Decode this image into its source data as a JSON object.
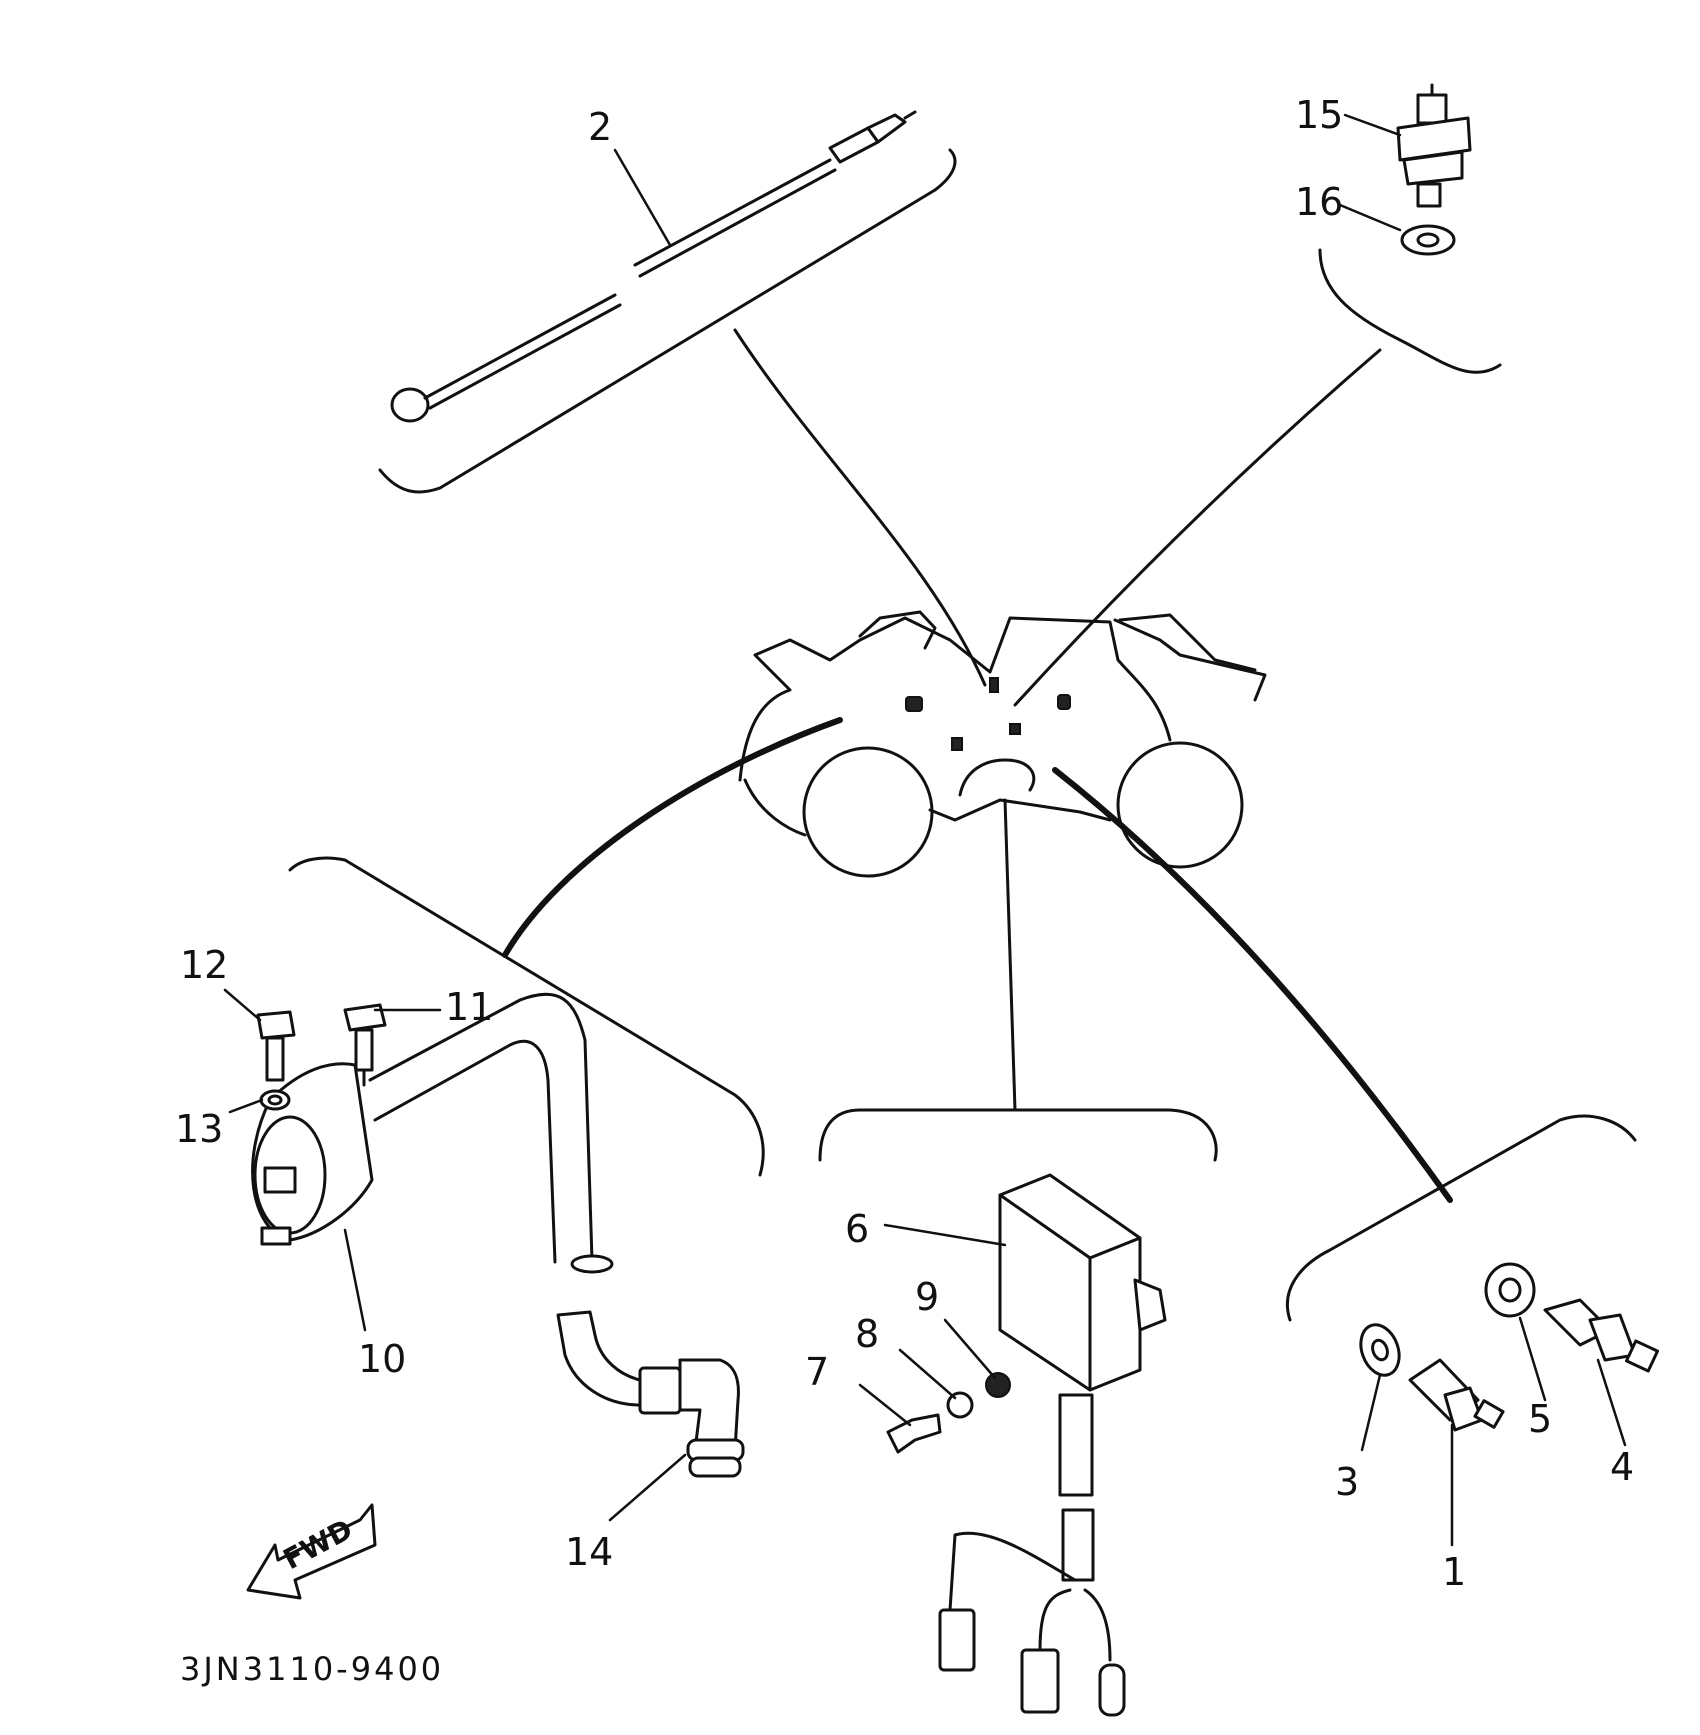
{
  "callouts": {
    "c1": "1",
    "c2": "2",
    "c3": "3",
    "c4": "4",
    "c5": "5",
    "c6": "6",
    "c7": "7",
    "c8": "8",
    "c9": "9",
    "c10": "10",
    "c11": "11",
    "c12": "12",
    "c13": "13",
    "c14": "14",
    "c15": "15",
    "c16": "16"
  },
  "fwd_label": "FWD",
  "diagram_code": "3JN3110-9400"
}
